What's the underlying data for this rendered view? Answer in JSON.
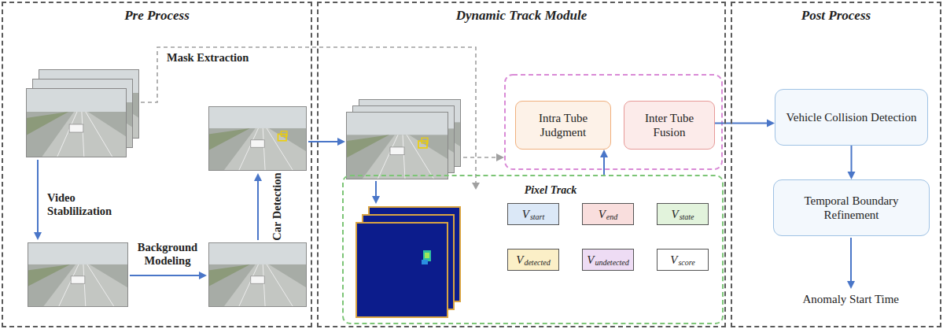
{
  "diagram": {
    "nodes": [
      {
        "text": [
          "Pre Process"
        ]
      },
      {
        "text": [
          "Dynamic Track Module"
        ]
      },
      {
        "text": [
          "Intra Tube Judgment"
        ],
        "in": 1
      },
      {
        "text": [
          "Inter Tube Fusion"
        ],
        "in": 1
      },
      {
        "text": [
          "Pixel Track"
        ],
        "in": 1
      },
      {
        "text": [
          "V",
          "start"
        ],
        "in": 4
      },
      {
        "text": [
          "V",
          "end"
        ],
        "in": 4
      },
      {
        "text": [
          "V",
          "state"
        ],
        "in": 4
      },
      {
        "text": [
          "V",
          "detected"
        ],
        "in": 4
      },
      {
        "text": [
          "V",
          "undetected"
        ],
        "in": 4
      },
      {
        "text": [
          "V",
          "score"
        ],
        "in": 4
      },
      {
        "text": [
          "Post Process"
        ]
      },
      {
        "text": [
          "Vehicle Collision Detection"
        ],
        "in": 11
      },
      {
        "text": [
          "Temporal Boundary Refinement"
        ],
        "in": 11
      }
    ],
    "edges": [
      {
        "from": 4,
        "to": 2,
        "arrow": "to"
      },
      {
        "from": 3,
        "to": 12,
        "arrow": "to"
      },
      {
        "from": 12,
        "to": 13,
        "arrow": "to"
      }
    ],
    "labels": [
      "Mask Extraction",
      "Video Stablilization",
      "Background Modeling",
      "Car Detection",
      "Anomaly Start Time"
    ]
  }
}
